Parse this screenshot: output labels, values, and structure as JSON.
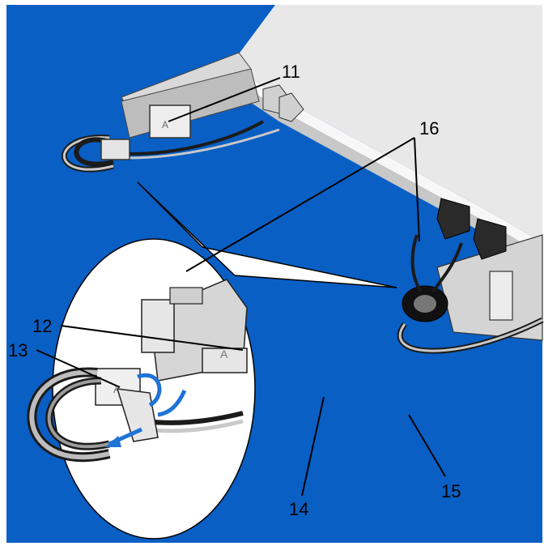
{
  "callouts": {
    "c11": "11",
    "c12": "12",
    "c13": "13",
    "c14": "14",
    "c15": "15",
    "c16": "16"
  },
  "colors": {
    "background": "#0a5fc4",
    "chassis": "#efefef",
    "rail": "#d9d9d9",
    "cable_dark": "#1b1b1b",
    "cable_light": "#c9c9c9",
    "leader": "#000000"
  }
}
